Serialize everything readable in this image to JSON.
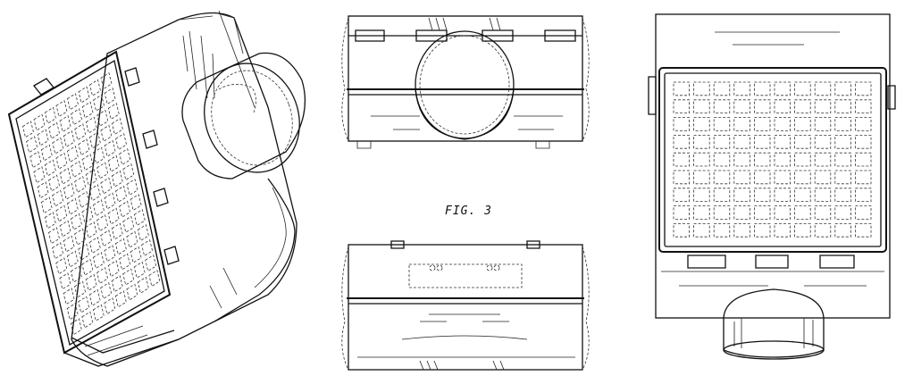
{
  "figure": {
    "label": "FIG. 3"
  },
  "views": [
    {
      "id": "perspective-view"
    },
    {
      "id": "top-view"
    },
    {
      "id": "bottom-view"
    },
    {
      "id": "front-view"
    }
  ]
}
